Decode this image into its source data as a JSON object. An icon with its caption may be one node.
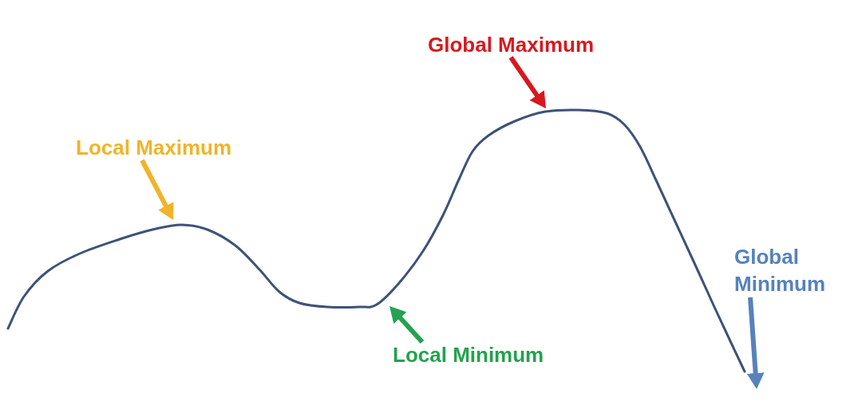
{
  "diagram": {
    "nodes": [
      {
        "text": [
          "Global Maximum"
        ]
      },
      {
        "text": [
          "Local Maximum"
        ]
      },
      {
        "text": [
          "Global Minimum"
        ]
      },
      {
        "text": [
          "Local Minimum"
        ]
      }
    ],
    "edges": [
      {
        "from": 0,
        "to": null,
        "arrow": "to",
        "color": "#d7191f"
      },
      {
        "from": 1,
        "to": null,
        "arrow": "to",
        "color": "#f0b429"
      },
      {
        "from": 2,
        "to": null,
        "arrow": "to",
        "color": "#5682bc"
      },
      {
        "from": 3,
        "to": null,
        "arrow": "to",
        "color": "#23a24f"
      }
    ]
  }
}
